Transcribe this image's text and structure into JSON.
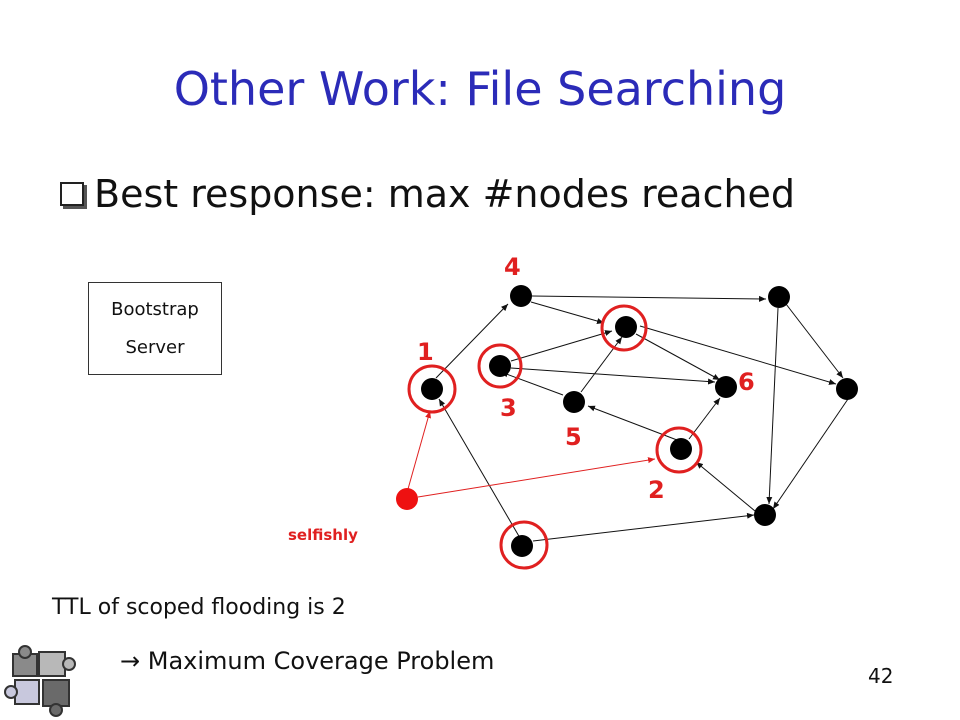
{
  "slide": {
    "title": "Other Work: File Searching",
    "bullet": "Best response: max #nodes reached",
    "bootstrap_line1": "Bootstrap",
    "bootstrap_line2": "Server",
    "ttl_text": "TTL of scoped flooding is 2",
    "coverage_arrow": "→",
    "coverage_text": "Maximum Coverage Problem",
    "page_number": "42"
  },
  "diagram": {
    "label_selfishly": "selfishly",
    "labels": {
      "n1": "1",
      "n2": "2",
      "n3": "3",
      "n4": "4",
      "n5": "5",
      "n6": "6"
    },
    "colors": {
      "node": "#000000",
      "selfish_node": "#ee1111",
      "highlight": "#e02020",
      "edge": "#111111",
      "selfish_edge": "#e02020"
    }
  },
  "icons": {
    "bullet": "checkbox-bullet-icon",
    "logo": "puzzle-pieces-icon"
  }
}
